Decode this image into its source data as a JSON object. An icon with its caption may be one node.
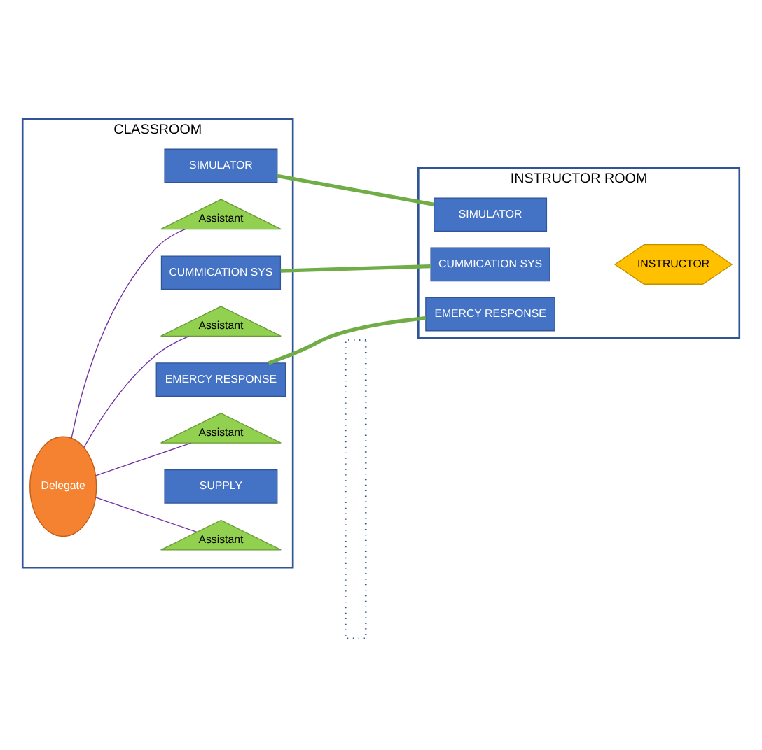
{
  "diagram": {
    "nodes": [
      {
        "text": [
          "CLASSROOM"
        ]
      },
      {
        "text": [
          "INSTRUCTOR ROOM"
        ]
      },
      {
        "text": [
          "SIMULATOR"
        ],
        "in": 0
      },
      {
        "text": [
          "SIMULATOR"
        ],
        "in": 1
      },
      {
        "text": [
          "Assistant"
        ],
        "in": 0
      },
      {
        "text": [
          "CUMMICATION SYS"
        ],
        "in": 0
      },
      {
        "text": [
          "CUMMICATION SYS"
        ],
        "in": 1
      },
      {
        "text": [
          "INSTRUCTOR"
        ],
        "in": 1
      },
      {
        "text": [
          "Delegate"
        ],
        "in": 0
      },
      {
        "text": [
          "Assistant"
        ],
        "in": 0
      },
      {
        "text": [
          "EMERCY RESPONSE"
        ],
        "in": 0
      },
      {
        "text": [
          "EMERCY RESPONSE"
        ],
        "in": 1
      },
      {
        "text": [
          "Assistant"
        ],
        "in": 0
      },
      {
        "text": [
          "SUPPLY"
        ],
        "in": 0
      },
      {
        "text": [
          "Assistant"
        ],
        "in": 0
      },
      {
        "text": [],
        "shape": "box"
      }
    ],
    "edges": [
      {
        "from": 2,
        "to": 3,
        "arrow": "none",
        "style": "thick",
        "color": "#70ad47"
      },
      {
        "from": 5,
        "to": 6,
        "arrow": "none",
        "style": "thick",
        "color": "#70ad47"
      },
      {
        "from": 10,
        "to": 11,
        "arrow": "none",
        "style": "thick",
        "color": "#70ad47"
      },
      {
        "from": 8,
        "to": 4,
        "arrow": "none",
        "color": "#7030a0"
      },
      {
        "from": 8,
        "to": 9,
        "arrow": "none",
        "color": "#7030a0"
      },
      {
        "from": 8,
        "to": 12,
        "arrow": "none",
        "color": "#7030a0"
      },
      {
        "from": 8,
        "to": 14,
        "arrow": "none",
        "color": "#7030a0"
      }
    ]
  }
}
